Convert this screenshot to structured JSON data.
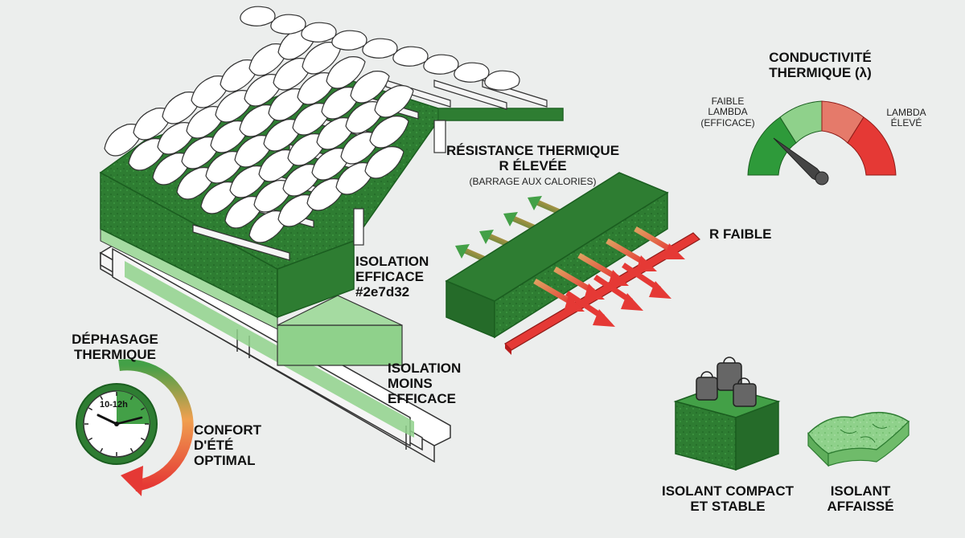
{
  "colors": {
    "green_dark": "#2e7d32",
    "green_mid": "#43a047",
    "green_light": "#8fd18b",
    "red": "#e53935",
    "orange": "#f09a55",
    "tile": "#ffffff",
    "background": "#eceeed"
  },
  "icons": [
    "clock-icon",
    "weights-icon",
    "gauge-icon",
    "arrow-icon"
  ],
  "labels": {
    "conductivity_title": [
      "CONDUCTIVITÉ",
      "THERMIQUE (λ)"
    ],
    "gauge_low": [
      "FAIBLE",
      "LAMBDA",
      "(EFFICACE)"
    ],
    "gauge_high": [
      "LAMBDA",
      "ÉLEVÉ"
    ],
    "resistance_title": [
      "RÉSISTANCE THERMIQUE",
      "R ÉLEVÉE"
    ],
    "resistance_sub": "(BARRAGE AUX CALORIES)",
    "r_low": "R FAIBLE",
    "effective_insulation": [
      "ISOLATION",
      "EFFICACE",
      "#2e7d32"
    ],
    "less_effective_insulation": [
      "ISOLATION",
      "MOINS",
      "EFFICACE"
    ],
    "phase_shift": [
      "DÉPHASAGE",
      "THERMIQUE"
    ],
    "clock_time": "10-12h",
    "summer_comfort": [
      "CONFORT",
      "D'ÉTÉ",
      "OPTIMAL"
    ],
    "compact_insulation": [
      "ISOLANT COMPACT",
      "ET STABLE"
    ],
    "sagged_insulation": [
      "ISOLANT",
      "AFFAISSÉ"
    ]
  }
}
